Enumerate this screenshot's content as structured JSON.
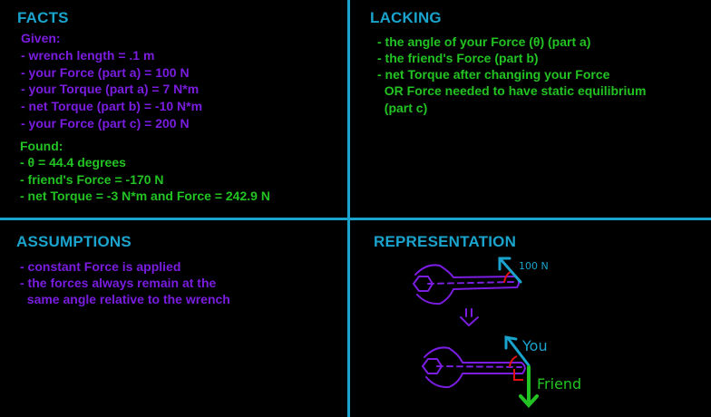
{
  "facts": {
    "heading": "FACTS",
    "given_label": "Given:",
    "given": [
      "- wrench length = .1 m",
      "- your Force (part a) = 100 N",
      "- your Torque (part a) = 7 N*m",
      "- net Torque (part b) = -10 N*m",
      "- your Force (part c) = 200 N"
    ],
    "found_label": "Found:",
    "found": [
      "- θ = 44.4 degrees",
      "- friend's Force = -170 N",
      "- net Torque = -3 N*m and Force = 242.9 N"
    ]
  },
  "lacking": {
    "heading": "LACKING",
    "items": [
      "- the angle of your Force (θ) (part a)",
      "- the friend's Force (part b)",
      "- net Torque after changing your Force",
      "  OR Force needed to have static equilibrium",
      "  (part c)"
    ]
  },
  "assumptions": {
    "heading": "ASSUMPTIONS",
    "items": [
      "- constant Force is applied",
      "- the forces always remain at the",
      "  same angle relative to the wrench"
    ]
  },
  "representation": {
    "heading": "REPRESENTATION",
    "force_label_top": "100 N",
    "you_label": "You",
    "friend_label": "Friend"
  },
  "colors": {
    "heading": "#1aa3cc",
    "given_text": "#7a1de0",
    "found_text": "#22c322",
    "divider": "#1aa3cc",
    "angle_mark": "#e01010"
  }
}
